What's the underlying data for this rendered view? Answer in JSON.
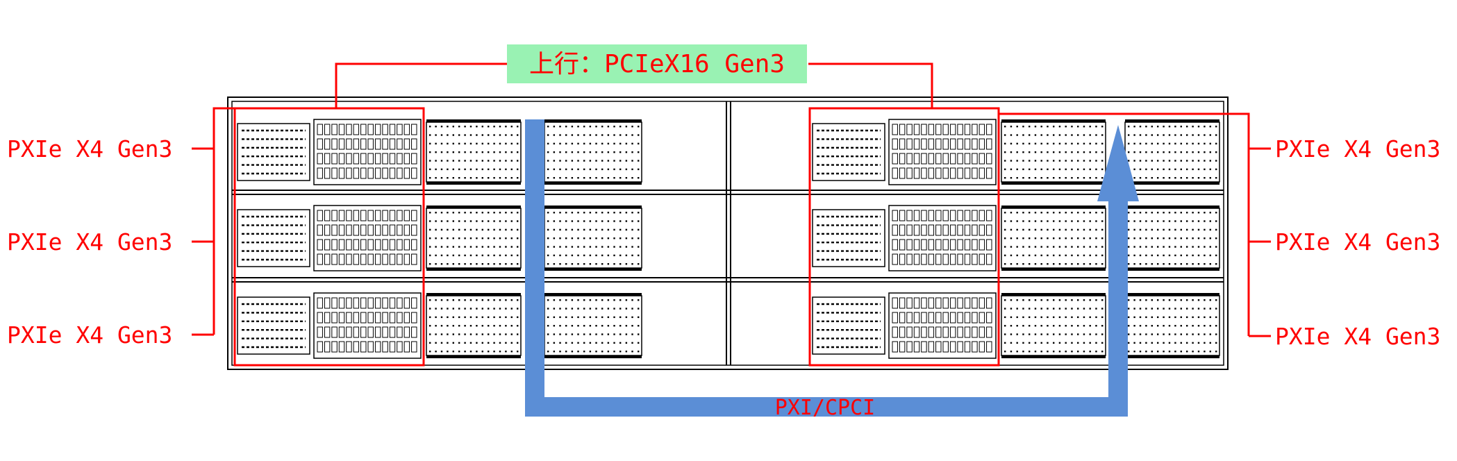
{
  "title_label": "上行：PCIeX16 Gen3",
  "left_labels": [
    "PXIe X4 Gen3",
    "PXIe X4 Gen3",
    "PXIe X4 Gen3"
  ],
  "right_labels": [
    "PXIe X4 Gen3",
    "PXIe X4 Gen3",
    "PXIe X4 Gen3"
  ],
  "bus_label": "PXI/CPCI",
  "colors": {
    "annotation": "#ff0000",
    "title_background": "#99f2b3",
    "bus": "#5b8ed6",
    "outline": "#000000"
  }
}
